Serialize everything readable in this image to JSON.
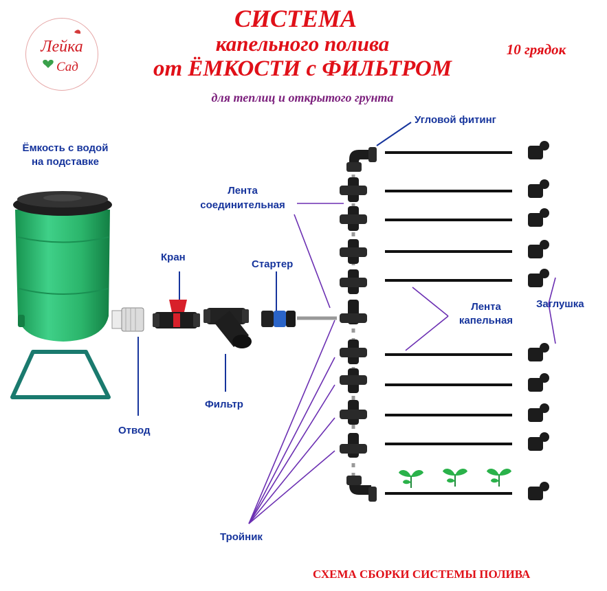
{
  "header": {
    "title_line1": "СИСТЕМА",
    "title_line2": "капельного полива",
    "title_line3": "от ЁМКОСТИ с ФИЛЬТРОМ",
    "subtitle": "для теплиц и открытого грунта",
    "count": "10 грядок"
  },
  "logo": {
    "word1": "Лейка",
    "word2": "Сад"
  },
  "labels": {
    "tank": "Ёмкость с водой\nна подставке",
    "outlet": "Отвод",
    "valve": "Кран",
    "filter": "Фильтр",
    "starter": "Стартер",
    "corner_fitting": "Угловой фитинг",
    "connecting_tape": "Лента\nсоединительная",
    "drip_tape": "Лента\nкапельная",
    "plug": "Заглушка",
    "tee": "Тройник"
  },
  "footer": {
    "caption": "СХЕМА СБОРКИ СИСТЕМЫ ПОЛИВА"
  },
  "colors": {
    "title_red": "#e01018",
    "subtitle_purple": "#7b1f7c",
    "label_blue": "#16349c",
    "leader_purple": "#6b2fb2",
    "barrel_green": "#2db86e",
    "stand_teal": "#1a7a6e",
    "valve_red": "#d8202a",
    "starter_blue": "#2a64c8"
  }
}
